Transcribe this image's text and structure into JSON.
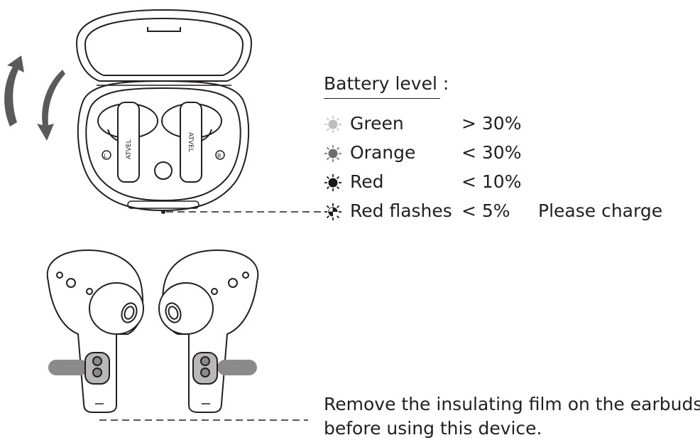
{
  "legend": {
    "title": "Battery level :",
    "rows": [
      {
        "color_name": "Green",
        "threshold": "> 30%",
        "note": "",
        "led_color": "#bdbdbd",
        "led_icon": "light-grey-led-icon"
      },
      {
        "color_name": "Orange",
        "threshold": "< 30%",
        "note": "",
        "led_color": "#6e6e6e",
        "led_icon": "grey-led-icon"
      },
      {
        "color_name": "Red",
        "threshold": "< 10%",
        "note": "",
        "led_color": "#1a1a1a",
        "led_icon": "black-led-icon"
      },
      {
        "color_name": "Red flashes",
        "threshold": "< 5%",
        "note": "Please charge",
        "led_color": "#1a1a1a",
        "led_icon": "flashing-led-icon"
      }
    ]
  },
  "instruction": {
    "line1": "Remove the insulating film on the earbuds",
    "line2": "before using this device."
  },
  "case_labels": {
    "brand": "ATVEL",
    "left": "L",
    "right": "R"
  }
}
